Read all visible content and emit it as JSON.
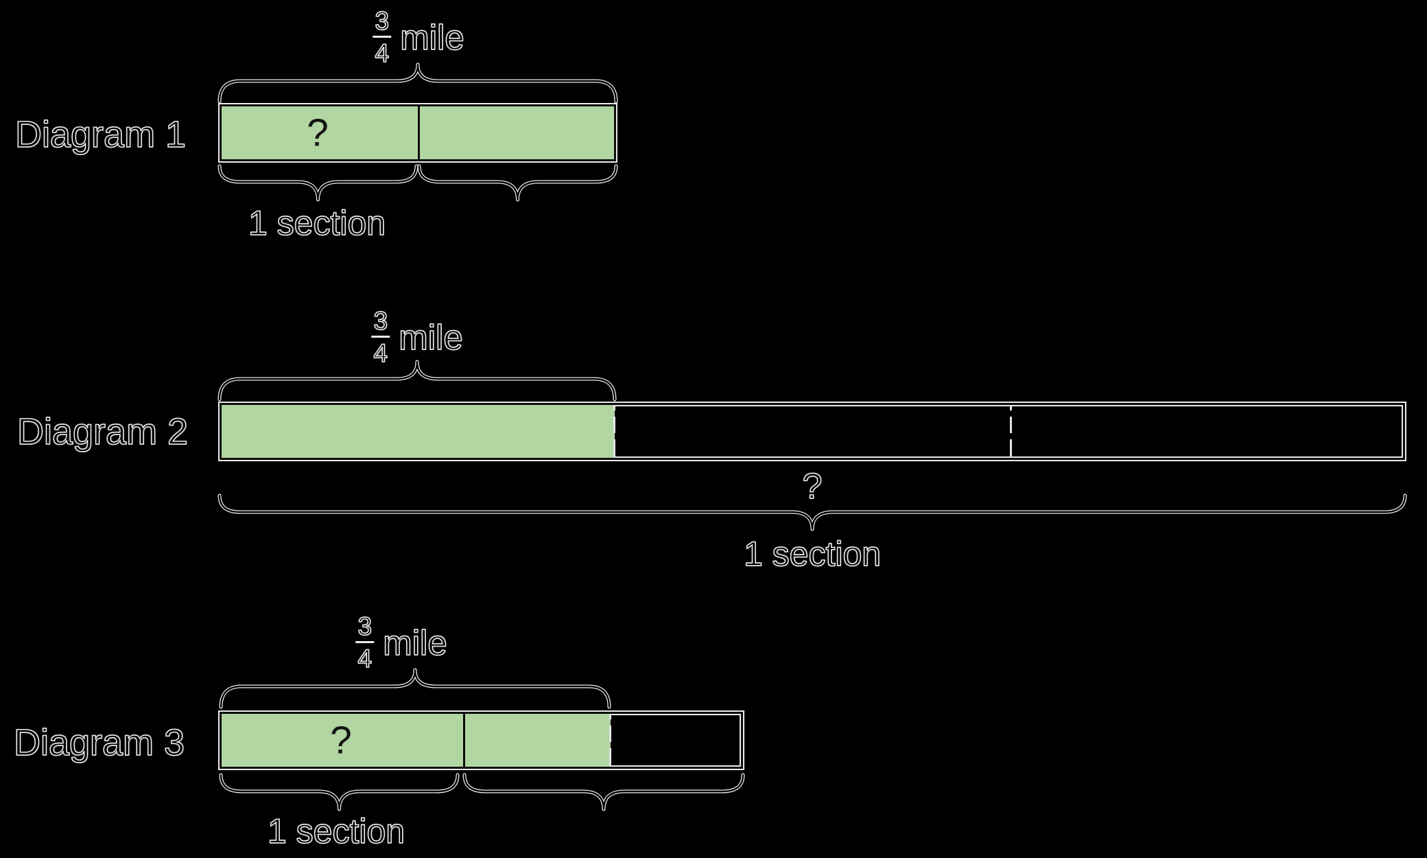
{
  "background": "#000000",
  "colors": {
    "green_fill": "#b2d6a2",
    "outline_white": "#ececec",
    "bar_border": "#0e0e0e",
    "ink": "#000000"
  },
  "labels": {
    "mile_numerator": "3",
    "mile_denominator": "4",
    "mile_unit": "mile",
    "question_mark": "?",
    "section": "1 section"
  },
  "diagrams": [
    {
      "label": "Diagram 1",
      "top_brace_label": "3/4 mile",
      "bar": "two equal green sections, first marked ?",
      "bottom_label": "1 section"
    },
    {
      "label": "Diagram 2",
      "top_brace_label": "3/4 mile over green third",
      "bar": "green first third, empty remainder with dashed divider at two-thirds",
      "bar_label": "?",
      "bottom_label": "1 section"
    },
    {
      "label": "Diagram 3",
      "top_brace_label": "3/4 mile over green sections",
      "bar": "large green section marked ?, smaller green section ending dashed, empty remainder",
      "bottom_label": "1 section"
    }
  ]
}
